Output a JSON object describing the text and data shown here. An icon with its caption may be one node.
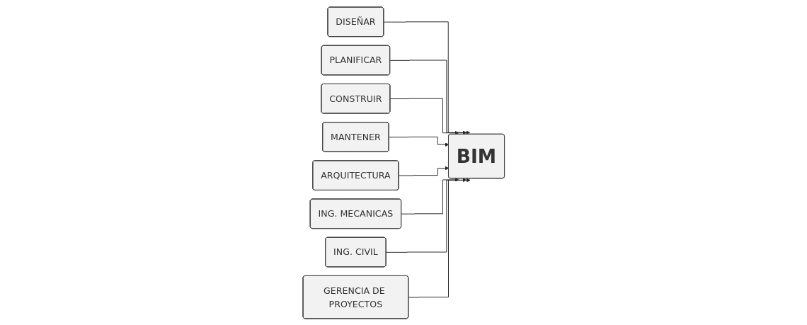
{
  "diagram": {
    "nodes": [
      {
        "text": [
          "DISEÑAR"
        ]
      },
      {
        "text": [
          "PLANIFICAR"
        ]
      },
      {
        "text": [
          "CONSTRUIR"
        ]
      },
      {
        "text": [
          "MANTENER"
        ]
      },
      {
        "text": [
          "BIM"
        ]
      },
      {
        "text": [
          "ARQUITECTURA"
        ]
      },
      {
        "text": [
          "ING. MECANICAS"
        ]
      },
      {
        "text": [
          "ING. CIVIL"
        ]
      },
      {
        "text": [
          "GERENCIA DE PROYECTOS"
        ]
      }
    ],
    "edges": [
      {
        "from": 0,
        "to": 4,
        "arrow": "to"
      },
      {
        "from": 1,
        "to": 4,
        "arrow": "to"
      },
      {
        "from": 2,
        "to": 4,
        "arrow": "to"
      },
      {
        "from": 3,
        "to": 4,
        "arrow": "to"
      },
      {
        "from": 5,
        "to": 4,
        "arrow": "to"
      },
      {
        "from": 6,
        "to": 4,
        "arrow": "to"
      },
      {
        "from": 7,
        "to": 4,
        "arrow": "to"
      },
      {
        "from": 8,
        "to": 4,
        "arrow": "to"
      }
    ]
  }
}
